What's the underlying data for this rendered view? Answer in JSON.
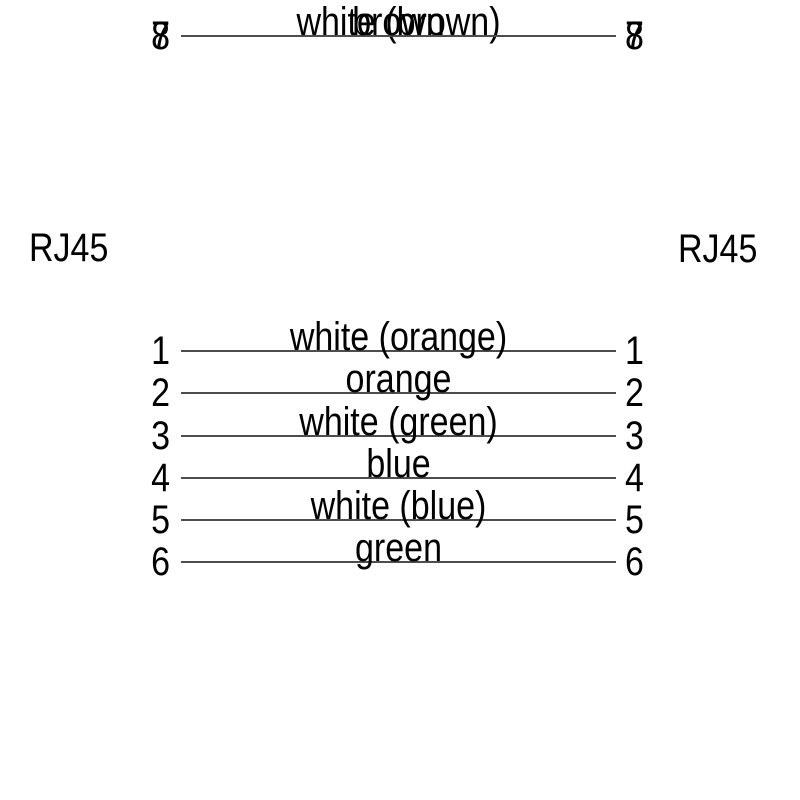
{
  "diagram": {
    "title_left": "RJ45",
    "title_right": "RJ45",
    "colors": {
      "background": "#ffffff",
      "text": "#000000",
      "wire_line": "#4d4d4d"
    },
    "rows": [
      {
        "pin_left": "1",
        "label": "white (orange)",
        "pin_right": "1"
      },
      {
        "pin_left": "2",
        "label": "orange",
        "pin_right": "2"
      },
      {
        "pin_left": "3",
        "label": "white (green)",
        "pin_right": "3"
      },
      {
        "pin_left": "4",
        "label": "blue",
        "pin_right": "4"
      },
      {
        "pin_left": "5",
        "label": "white (blue)",
        "pin_right": "5"
      },
      {
        "pin_left": "6",
        "label": "green",
        "pin_right": "6"
      },
      {
        "pin_left": "7",
        "label": "white (brown)",
        "pin_right": "7"
      },
      {
        "pin_left": "8",
        "label": "brown",
        "pin_right": "8"
      }
    ]
  }
}
